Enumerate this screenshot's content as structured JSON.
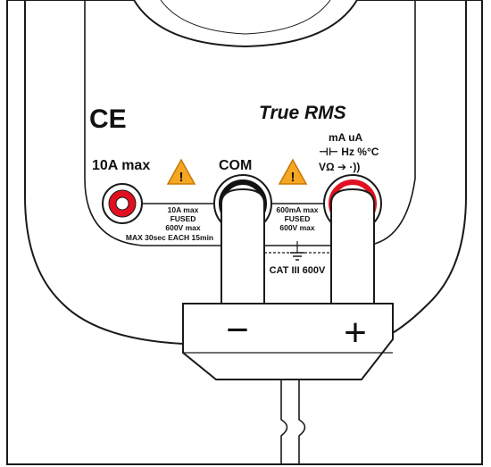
{
  "marks": {
    "ce": "CE",
    "true_rms": "True RMS"
  },
  "terminals": {
    "ten_amp": {
      "label": "10A max",
      "color": "#e01020"
    },
    "com": {
      "label": "COM",
      "color": "#111111"
    },
    "vohm": {
      "label_line1": "mA uA",
      "label_line2": "⊣⊢ Hz %°C",
      "label_line3": "VΩ ➔ ·))",
      "color": "#e01020"
    }
  },
  "ratings": {
    "ten_amp": [
      "10A max",
      "FUSED",
      "600V max",
      "MAX 30sec EACH 15min"
    ],
    "vohm": [
      "600mA max",
      "FUSED",
      "600V max"
    ],
    "category": "CAT III 600V"
  },
  "probe_connector": {
    "minus": "−",
    "plus": "+"
  },
  "colors": {
    "outline": "#1a1a1a",
    "warning_fill": "#f5a623",
    "warning_stroke": "#c77800",
    "red_terminal": "#e01020"
  }
}
